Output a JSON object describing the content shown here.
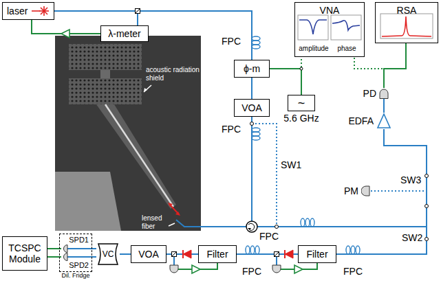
{
  "diagram": {
    "nodes": [
      {
        "text": [
          "laser"
        ]
      },
      {
        "text": [
          "λ-meter"
        ]
      },
      {
        "text": [
          "VNA",
          "amplitude",
          "phase"
        ]
      },
      {
        "text": [
          "RSA"
        ]
      },
      {
        "text": [
          "ϕ-m"
        ]
      },
      {
        "text": [
          "~",
          "5.6 GHz"
        ]
      },
      {
        "text": [
          "VOA"
        ]
      },
      {
        "text": [
          "PD"
        ]
      },
      {
        "text": [
          "EDFA"
        ]
      },
      {
        "text": [
          "PM"
        ]
      },
      {
        "text": [
          "TCSPC Module"
        ]
      },
      {
        "text": [
          "Dil. Fridge"
        ]
      },
      {
        "text": [
          "SPD1"
        ],
        "in": 11
      },
      {
        "text": [
          "SPD2"
        ],
        "in": 11
      },
      {
        "text": [
          "VC"
        ]
      },
      {
        "text": [
          "VOA"
        ]
      },
      {
        "text": [
          "Filter"
        ]
      },
      {
        "text": [
          "Filter"
        ]
      }
    ],
    "edges": [
      {
        "from": 0,
        "to": 1,
        "arrow": "none"
      },
      {
        "from": 1,
        "to": 0,
        "arrow": "none"
      },
      {
        "from": 0,
        "to": 4,
        "arrow": "none"
      },
      {
        "from": 4,
        "to": 6,
        "arrow": "none"
      },
      {
        "from": 5,
        "to": 4,
        "arrow": "none"
      },
      {
        "from": 5,
        "to": 2,
        "arrow": "none"
      },
      {
        "from": 6,
        "to": 8,
        "arrow": "none"
      },
      {
        "from": 6,
        "to": 9,
        "arrow": "none"
      },
      {
        "from": 6,
        "to": 17,
        "arrow": "none"
      },
      {
        "from": 8,
        "to": 7,
        "arrow": "none"
      },
      {
        "from": 7,
        "to": 3,
        "arrow": "none"
      },
      {
        "from": 7,
        "to": 2,
        "arrow": "none"
      },
      {
        "from": 17,
        "to": 16,
        "arrow": "none"
      },
      {
        "from": 16,
        "to": 15,
        "arrow": "none"
      },
      {
        "from": 15,
        "to": 14,
        "arrow": "none"
      },
      {
        "from": 14,
        "to": 12,
        "arrow": "none"
      },
      {
        "from": 14,
        "to": 13,
        "arrow": "none"
      },
      {
        "from": 12,
        "to": 10,
        "arrow": "none"
      },
      {
        "from": 13,
        "to": 10,
        "arrow": "none"
      }
    ],
    "labels": [
      "FPC",
      "acoustic radiation shield",
      "FPC",
      "SW1",
      "lensed fiber",
      "FPC",
      "SW3",
      "SW2",
      "FPC",
      "FPC"
    ]
  }
}
